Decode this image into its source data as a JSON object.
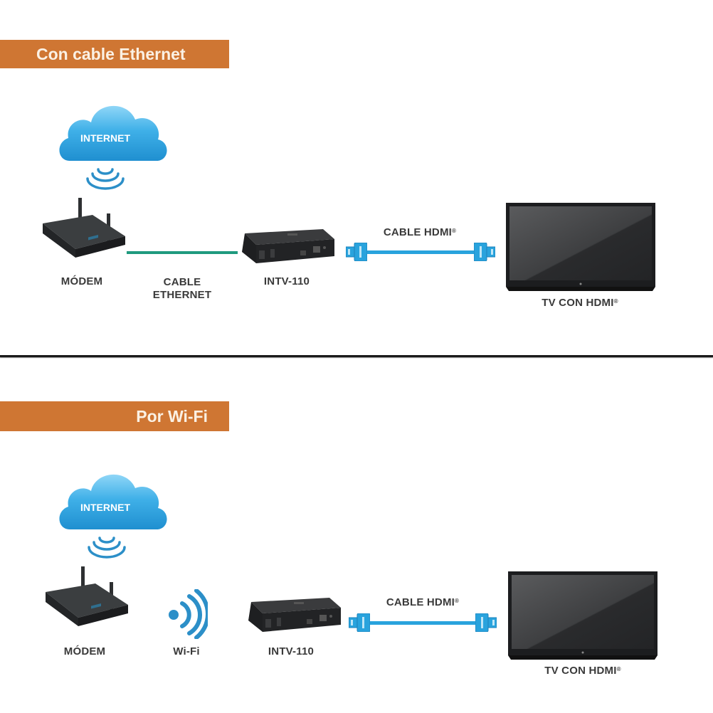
{
  "colors": {
    "banner": "#cf7633",
    "banner_text": "#fbf1e4",
    "cloud": "#3aaee6",
    "hdmi_cable": "#29a3dd",
    "ethernet_cable": "#1f9a7e",
    "device": "#2b2d2f",
    "label_text": "#3a3a3a"
  },
  "sections": [
    {
      "title": "Con cable Ethernet",
      "internet_label": "INTERNET",
      "modem_label": "MÓDEM",
      "link_label_line1": "CABLE",
      "link_label_line2": "ETHERNET",
      "box_label": "INTV-110",
      "hdmi_label": "CABLE HDMI",
      "hdmi_mark": "®",
      "tv_label": "TV CON HDMI",
      "tv_mark": "®"
    },
    {
      "title": "Por Wi-Fi",
      "internet_label": "INTERNET",
      "modem_label": "MÓDEM",
      "link_label": "Wi-Fi",
      "box_label": "INTV-110",
      "hdmi_label": "CABLE HDMI",
      "hdmi_mark": "®",
      "tv_label": "TV CON HDMI",
      "tv_mark": "®"
    }
  ]
}
